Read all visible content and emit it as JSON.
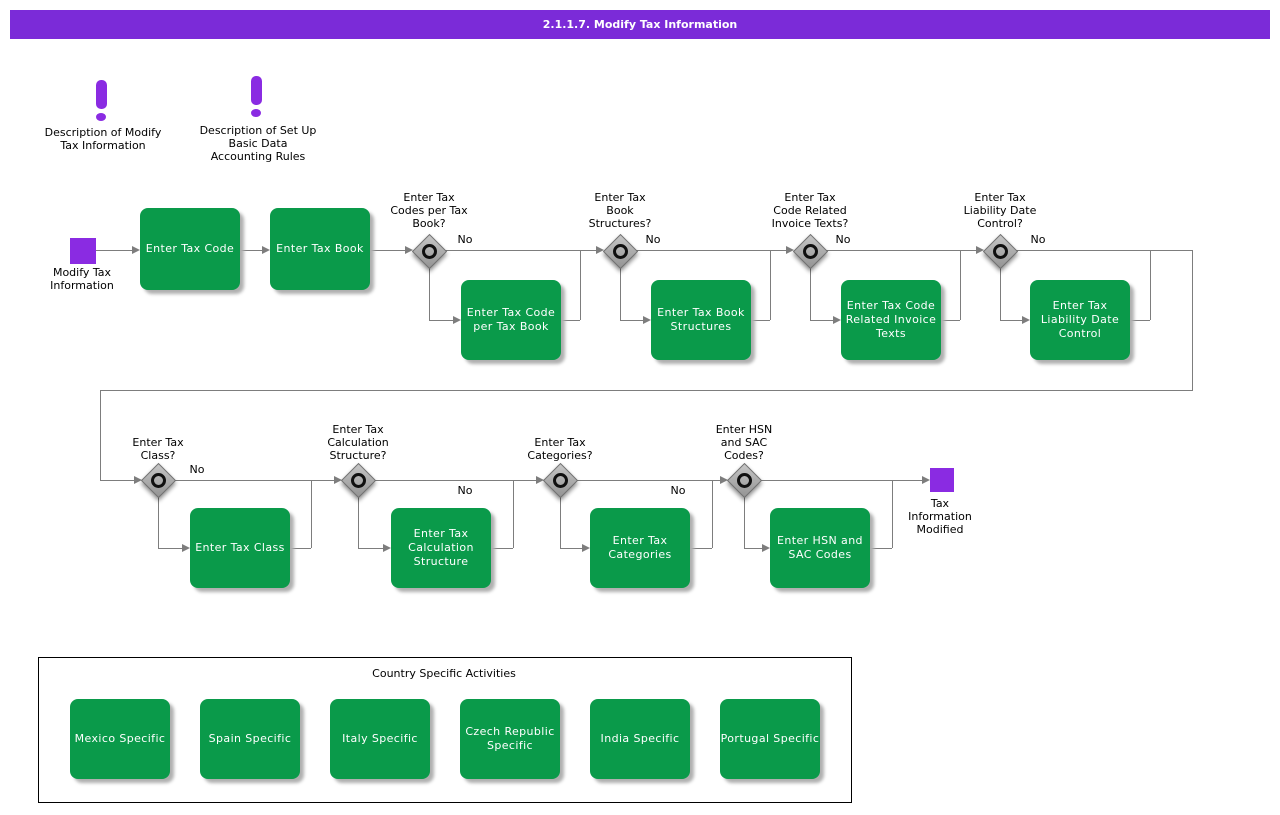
{
  "title_bar": {
    "text": "2.1.1.7. Modify Tax Information"
  },
  "colors": {
    "accent_purple": "#7b2bd8",
    "node_purple": "#8a2be2",
    "task_green": "#0a9a4a",
    "connector_gray": "#7d7d7d",
    "gateway_gray": "#ababab"
  },
  "notes": [
    {
      "label": "Description of Modify\nTax Information"
    },
    {
      "label": "Description of Set Up\nBasic Data\nAccounting Rules"
    }
  ],
  "flow": {
    "start": {
      "label": "Modify Tax\nInformation"
    },
    "end": {
      "label": "Tax\nInformation\nModified"
    },
    "tasks": [
      {
        "label": "Enter Tax Code"
      },
      {
        "label": "Enter Tax Book"
      },
      {
        "label": "Enter Tax Code\nper Tax Book"
      },
      {
        "label": "Enter Tax Book\nStructures"
      },
      {
        "label": "Enter Tax Code\nRelated Invoice\nTexts"
      },
      {
        "label": "Enter Tax\nLiability Date\nControl"
      },
      {
        "label": "Enter Tax Class"
      },
      {
        "label": "Enter Tax\nCalculation\nStructure"
      },
      {
        "label": "Enter Tax\nCategories"
      },
      {
        "label": "Enter HSN and\nSAC Codes"
      }
    ],
    "gateways": [
      {
        "question": "Enter Tax\nCodes per Tax\nBook?",
        "no_label": "No"
      },
      {
        "question": "Enter Tax\nBook\nStructures?",
        "no_label": "No"
      },
      {
        "question": "Enter Tax\nCode Related\nInvoice Texts?",
        "no_label": "No"
      },
      {
        "question": "Enter Tax\nLiability Date\nControl?",
        "no_label": "No"
      },
      {
        "question": "Enter Tax\nClass?",
        "no_label": "No"
      },
      {
        "question": "Enter Tax\nCalculation\nStructure?",
        "no_label": "No"
      },
      {
        "question": "Enter Tax\nCategories?",
        "no_label": "No"
      },
      {
        "question": "Enter HSN\nand SAC\nCodes?",
        "no_label": ""
      }
    ]
  },
  "country_box": {
    "title": "Country Specific Activities",
    "tasks": [
      {
        "label": "Mexico Specific"
      },
      {
        "label": "Spain Specific"
      },
      {
        "label": "Italy Specific"
      },
      {
        "label": "Czech Republic\nSpecific"
      },
      {
        "label": "India Specific"
      },
      {
        "label": "Portugal Specific"
      }
    ]
  }
}
